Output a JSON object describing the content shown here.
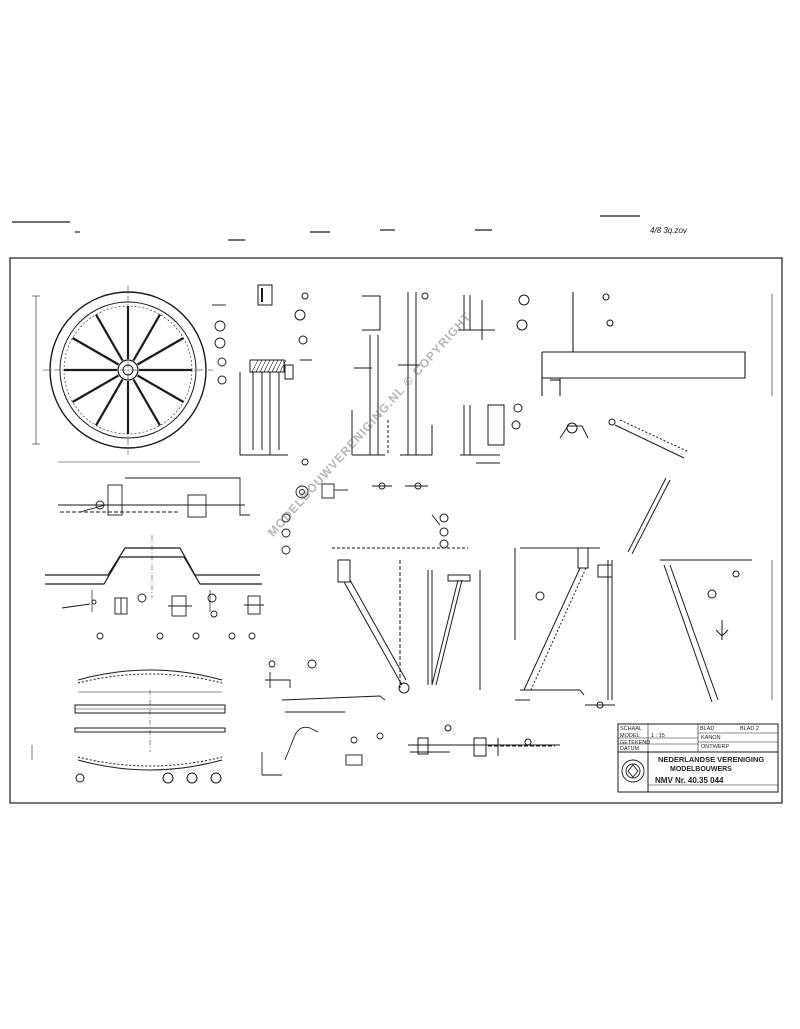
{
  "sheet": {
    "top_note": "4/8 3q.zov",
    "watermark": "MODELBOUWVERENIGING.NL © COPYRIGHT"
  },
  "title_block": {
    "organization_line1": "NEDERLANDSE VERENIGING",
    "organization_line2": "MODELBOUWERS",
    "drawing_number": "NMV Nr. 40.35 044",
    "field_labels": [
      "SCHAAL",
      "MODEL",
      "GETEKEND",
      "DATUM",
      "BLAD"
    ],
    "field_values": [
      "1 : 15",
      "KANON",
      "ONTWERP",
      "",
      "BLAD 2"
    ],
    "seal_icon": "association-seal-icon"
  },
  "colors": {
    "ink": "#1a1a1a",
    "paper": "#ffffff",
    "watermark": "#8a8a8a"
  }
}
